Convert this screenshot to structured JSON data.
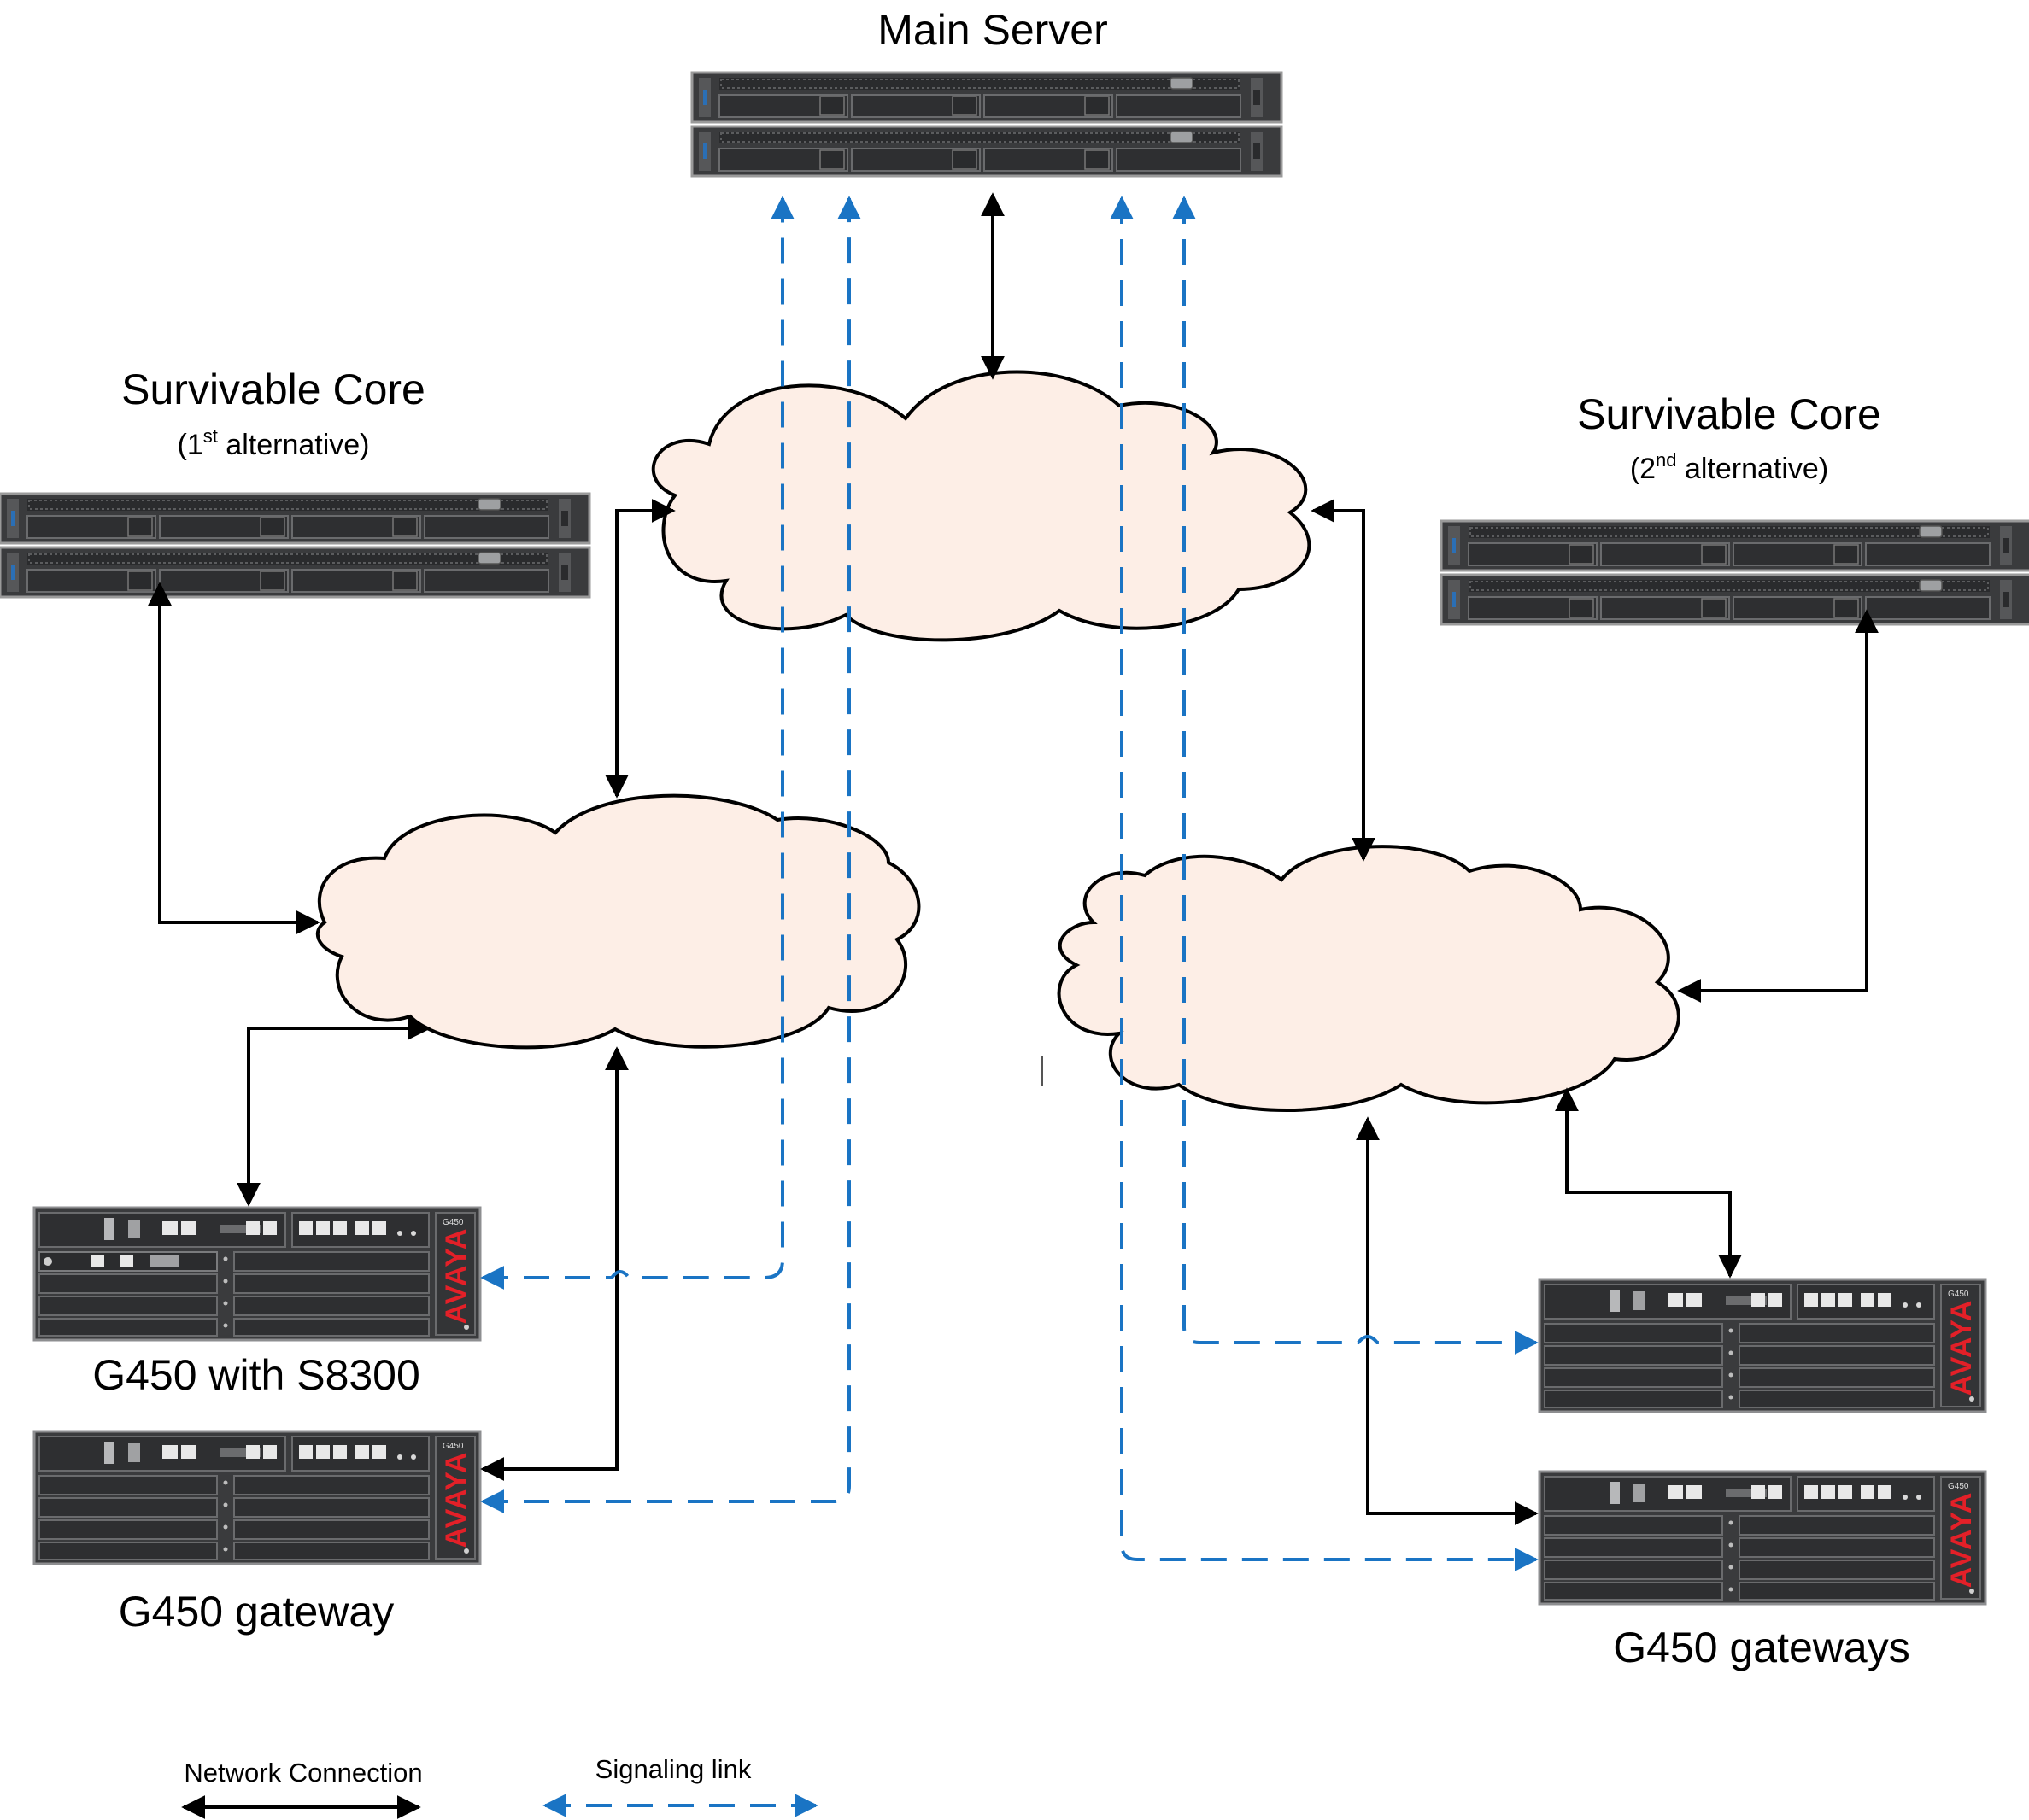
{
  "labels": {
    "main_server": "Main Server",
    "survivable_core_1": "Survivable Core",
    "survivable_core_1_prefix": "(1",
    "survivable_core_1_sup": "st",
    "survivable_core_1_suffix": " alternative)",
    "survivable_core_2": "Survivable Core",
    "survivable_core_2_prefix": "(2",
    "survivable_core_2_sup": "nd",
    "survivable_core_2_suffix": " alternative)",
    "g450_with_s8300": "G450 with S8300",
    "g450_gateway": "G450 gateway",
    "g450_gateways": "G450 gateways"
  },
  "device": {
    "brand": "AVAYA",
    "model": "G450"
  },
  "legend": {
    "network_connection": "Network Connection",
    "signaling_link": "Signaling link"
  },
  "colors": {
    "network_line": "#000000",
    "signaling_line": "#1a74c4",
    "cloud_fill": "#fdeee6",
    "server_body": "#3a3b3d",
    "gateway_body": "#3a3b3d",
    "avaya_red": "#e32028"
  }
}
